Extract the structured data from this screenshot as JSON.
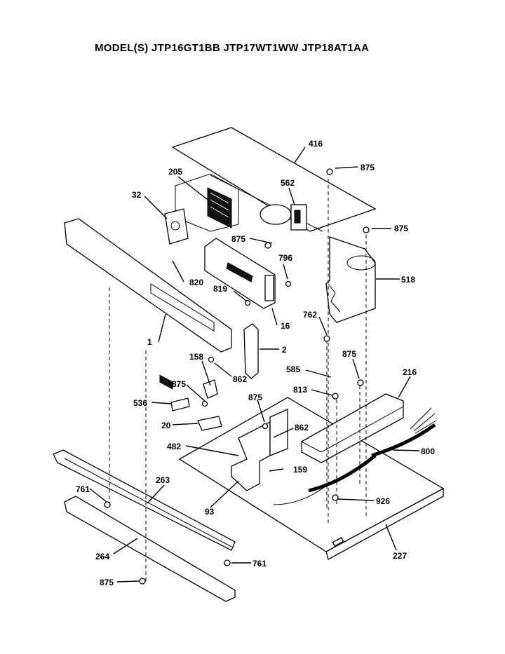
{
  "title": "MODEL(S) JTP16GT1BB  JTP17WT1WW  JTP18AT1AA",
  "callouts": {
    "c416": "416",
    "c875a": "875",
    "c205": "205",
    "c562": "562",
    "c32": "32",
    "c875b": "875",
    "c875c": "875",
    "c796": "796",
    "c518": "518",
    "c820": "820",
    "c819": "819",
    "c16": "16",
    "c762": "762",
    "c1": "1",
    "c2": "2",
    "c158": "158",
    "c862a": "862",
    "c875d": "875",
    "c585": "585",
    "c216": "216",
    "c875e": "875",
    "c536": "536",
    "c813": "813",
    "c875f": "875",
    "c20": "20",
    "c862b": "862",
    "c482": "482",
    "c800": "800",
    "c159": "159",
    "c761a": "761",
    "c263": "263",
    "c926": "926",
    "c93": "93",
    "c264": "264",
    "c227": "227",
    "c761b": "761",
    "c875g": "875"
  }
}
